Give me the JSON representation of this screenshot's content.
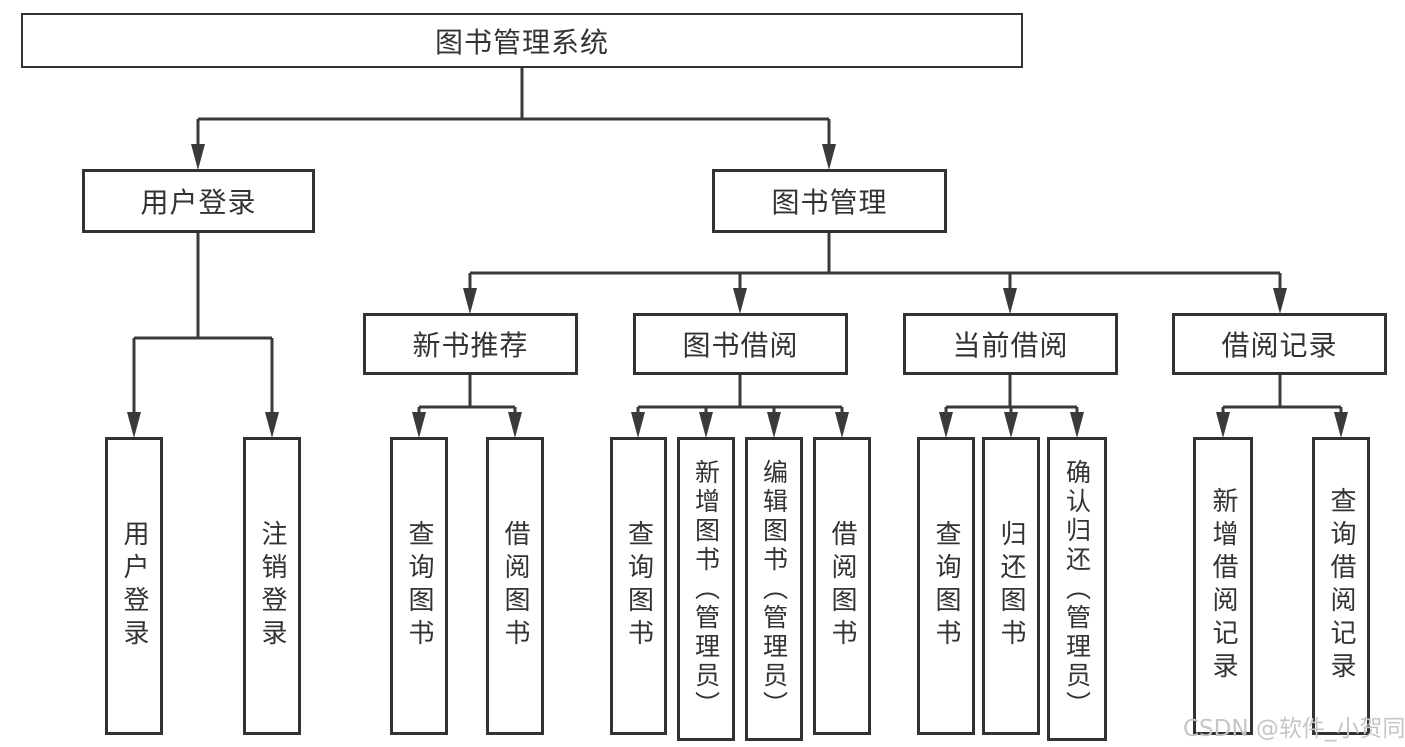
{
  "diagram": {
    "root": "图书管理系统",
    "level2": [
      "用户登录",
      "图书管理"
    ],
    "level3": [
      "新书推荐",
      "图书借阅",
      "当前借阅",
      "借阅记录"
    ],
    "login_children": [
      "用户登录",
      "注销登录"
    ],
    "newbook_children": [
      "查询图书",
      "借阅图书"
    ],
    "borrow_children": [
      "查询图书",
      "新增图书（管理员）",
      "编辑图书（管理员）",
      "借阅图书"
    ],
    "current_children": [
      "查询图书",
      "归还图书",
      "确认归还（管理员）"
    ],
    "record_children": [
      "新增借阅记录",
      "查询借阅记录"
    ]
  },
  "watermark": "CSDN @软件_小贺同学",
  "colors": {
    "line": "#3a3a3a",
    "box_border": "#323232",
    "text": "#333333",
    "watermark": "#c6c6c6",
    "background": "#ffffff"
  }
}
